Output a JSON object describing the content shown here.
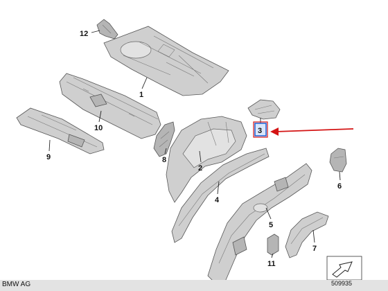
{
  "diagram": {
    "callouts": {
      "p1": "1",
      "p2": "2",
      "p3": "3",
      "p4": "4",
      "p5": "5",
      "p6": "6",
      "p7": "7",
      "p8": "8",
      "p9": "9",
      "p10": "10",
      "p11": "11",
      "p12": "12"
    },
    "highlighted_part": "3",
    "colors": {
      "highlight_box": "#1a5fd6",
      "highlight_fill": "#d9e6fb",
      "arrow": "#d41414",
      "parts": "#cfcfcf"
    }
  },
  "footer": {
    "brand": "BMW AG",
    "document_number": "509935"
  }
}
